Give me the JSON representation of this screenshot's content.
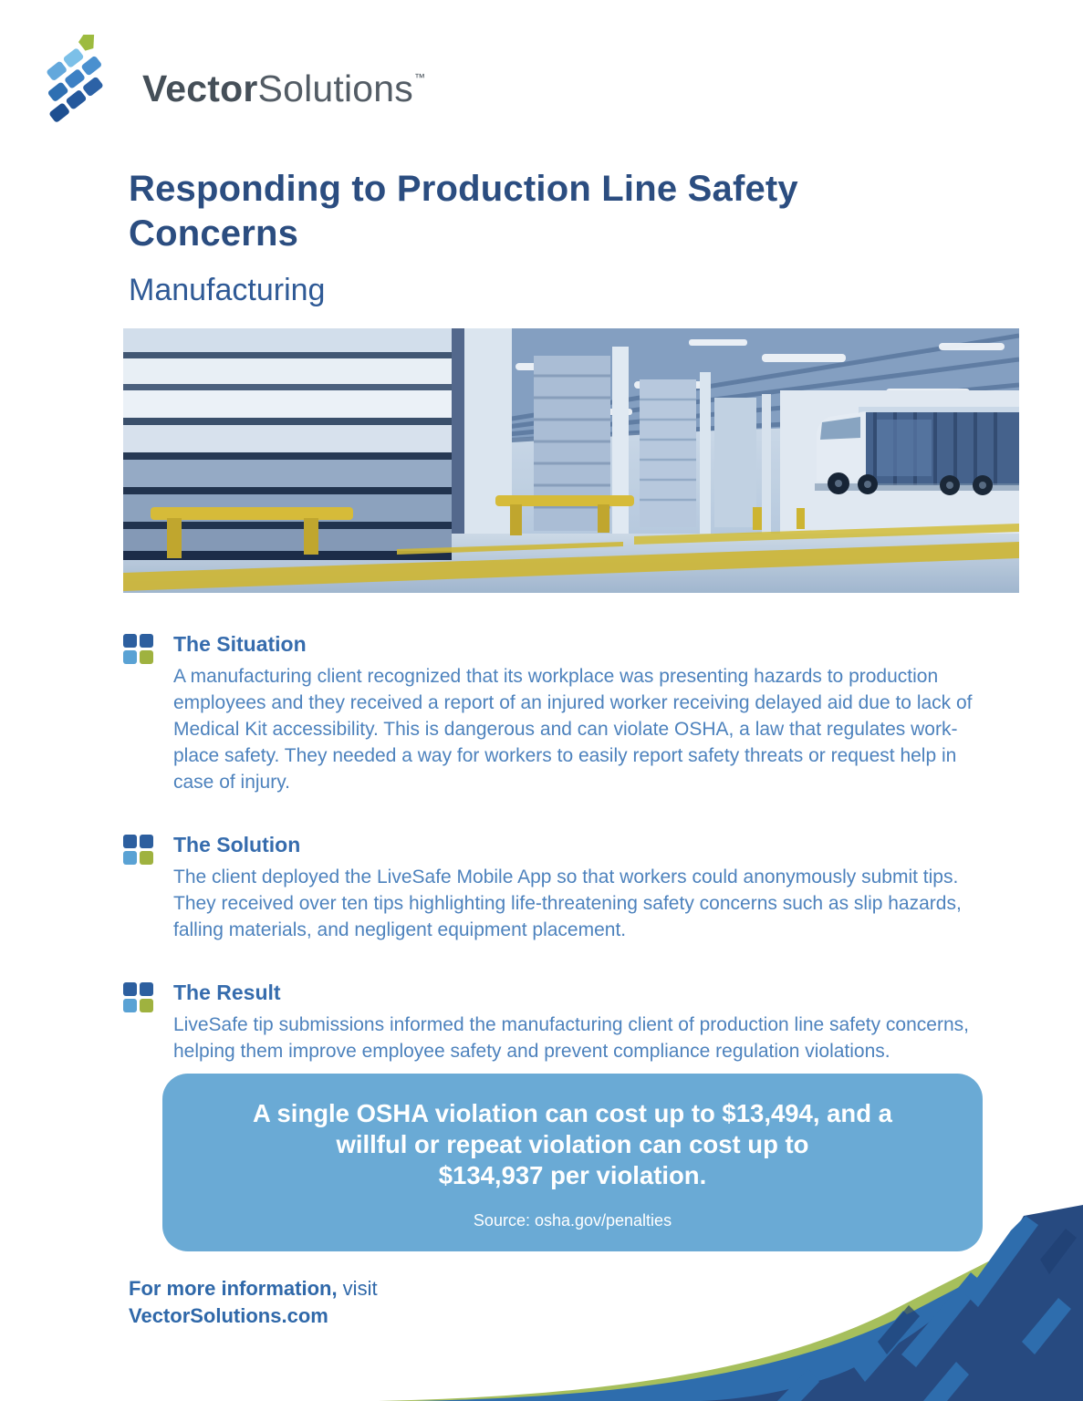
{
  "logo": {
    "brand_bold": "Vector",
    "brand_light": "Solutions",
    "trademark": "™"
  },
  "header": {
    "title": "Responding to Production Line Safety Concerns",
    "subtitle": "Manufacturing"
  },
  "sections": [
    {
      "title": "The Situation",
      "body": "A manufacturing client recognized that its workplace was presenting hazards to production employees and they received a report of an injured worker receiving delayed aid due to lack of Medical Kit accessibility. This is dangerous and can violate OSHA, a law that regulates work-place safety. They needed a way for workers to easily report safety threats or request help in case of injury."
    },
    {
      "title": "The Solution",
      "body": "The client deployed the LiveSafe Mobile App so that workers could anonymously submit tips. They received over ten tips highlighting life-threatening safety concerns such as slip hazards, falling materials, and negligent equipment placement."
    },
    {
      "title": "The Result",
      "body": "LiveSafe tip submissions informed the manufacturing client of production line safety concerns, helping them improve employee safety and prevent compliance regulation violations."
    }
  ],
  "callout": {
    "lines": [
      "A single OSHA violation can cost up to $13,494, and a",
      "willful or repeat violation can cost up to",
      "$134,937 per violation."
    ],
    "source": "Source: osha.gov/penalties"
  },
  "footer": {
    "bold_text": "For more information,",
    "regular_text": " visit",
    "link_text": "VectorSolutions.com"
  },
  "colors": {
    "title_navy": "#2b4d80",
    "section_heading_blue": "#366cad",
    "body_blue": "#4d82bd",
    "callout_bg": "#6aaad5",
    "icon_dark_blue": "#2d5f9f",
    "icon_light_blue": "#5aa2d4",
    "icon_green": "#9fb23f",
    "swoosh_blue": "#2e6dad",
    "swoosh_navy": "#274a80",
    "swoosh_green": "#a6bf5c",
    "hero_yellow": "#ddbe2e"
  }
}
